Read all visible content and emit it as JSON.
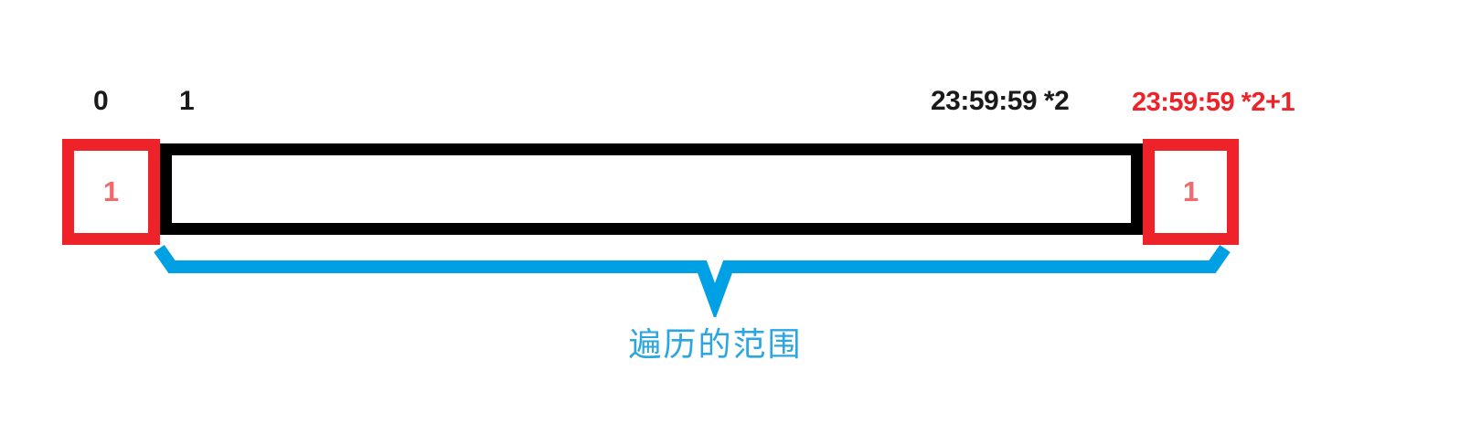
{
  "diagram": {
    "title_alt": "array traversal range diagram",
    "colors": {
      "red": "#ee2229",
      "red_text": "#f2686c",
      "black": "#000000",
      "blue": "#00a0e4",
      "caption_blue": "#2ca6e0",
      "background": "#ffffff"
    },
    "top_labels": [
      {
        "name": "index-zero",
        "text": "0"
      },
      {
        "name": "index-one",
        "text": "1"
      },
      {
        "name": "index-end",
        "text": "23:59:59 *2"
      },
      {
        "name": "index-end-plus-one",
        "text": "23:59:59 *2+1"
      }
    ],
    "cells": {
      "left": {
        "value": "1"
      },
      "right": {
        "value": "1"
      }
    },
    "body": {
      "value": ""
    },
    "brace": {
      "caption": "遍历的范围"
    }
  }
}
